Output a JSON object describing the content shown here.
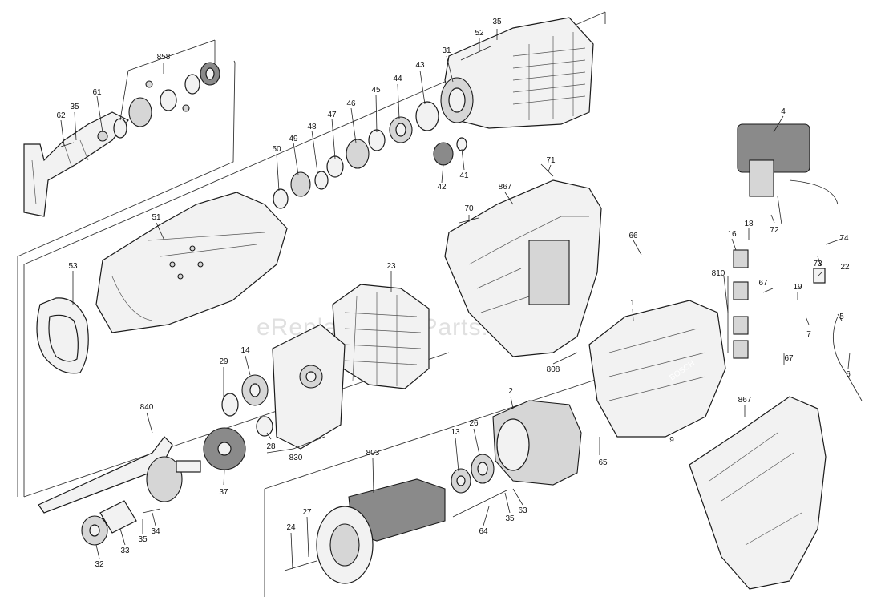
{
  "watermark": "eReplacementParts.com",
  "labels": {
    "l858": "858",
    "l61": "61",
    "l62": "62",
    "l35a": "35",
    "l52": "52",
    "l35b": "35",
    "l31": "31",
    "l43": "43",
    "l44": "44",
    "l45": "45",
    "l46": "46",
    "l47": "47",
    "l48": "48",
    "l49": "49",
    "l50": "50",
    "l41": "41",
    "l42": "42",
    "l4": "4",
    "l71": "71",
    "l867a": "867",
    "l70": "70",
    "l51": "51",
    "l53": "53",
    "l23": "23",
    "l66": "66",
    "l18": "18",
    "l16": "16",
    "l72": "72",
    "l74": "74",
    "l810": "810",
    "l67a": "67",
    "l73": "73",
    "l22": "22",
    "l19": "19",
    "l5": "5",
    "l7": "7",
    "l1": "1",
    "l808": "808",
    "l67b": "67",
    "l6": "6",
    "l29": "29",
    "l14": "14",
    "l840": "840",
    "l28": "28",
    "l830": "830",
    "l37": "37",
    "l2": "2",
    "l13": "13",
    "l26": "26",
    "l803": "803",
    "l65": "65",
    "l867b": "867",
    "l9": "9",
    "l27": "27",
    "l24": "24",
    "l63": "63",
    "l35c": "35",
    "l64": "64",
    "l33": "33",
    "l35d": "35",
    "l34": "34",
    "l32": "32"
  }
}
